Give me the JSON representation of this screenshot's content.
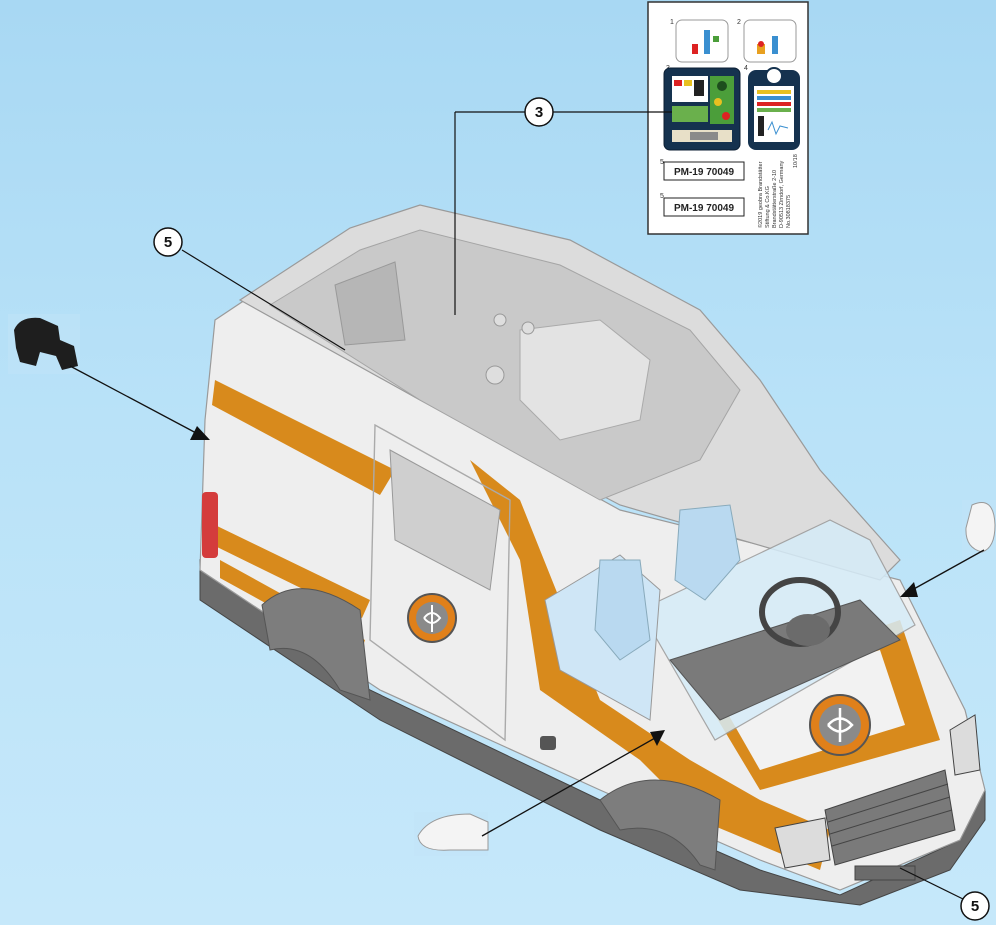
{
  "callouts": {
    "c1": "3",
    "c2": "5",
    "c3": "5"
  },
  "sticker_sheet": {
    "indices": [
      "1",
      "2",
      "3",
      "4",
      "5",
      "5"
    ],
    "plate_1": "PM-19 70049",
    "plate_2": "PM-19 70049",
    "legal_lines": [
      "©2019 geobra Brandstätter",
      "Stiftung & Co.KG",
      "Brandstätterstraße 2-10",
      "D-90513 Zirndorf, Germany",
      "No.30818375",
      "10/18"
    ]
  },
  "colors": {
    "background": "#b9e2f8",
    "van_body": "#eeeeee",
    "stripe": "#d88a1c",
    "interior": "#cfcfcf",
    "seat": "#b9d9f0",
    "bumper": "#6b6b6b"
  },
  "icons": [
    "caduceus-emblem-icon",
    "mirror-part-icon",
    "tow-hook-part-icon",
    "steering-wheel-icon"
  ]
}
